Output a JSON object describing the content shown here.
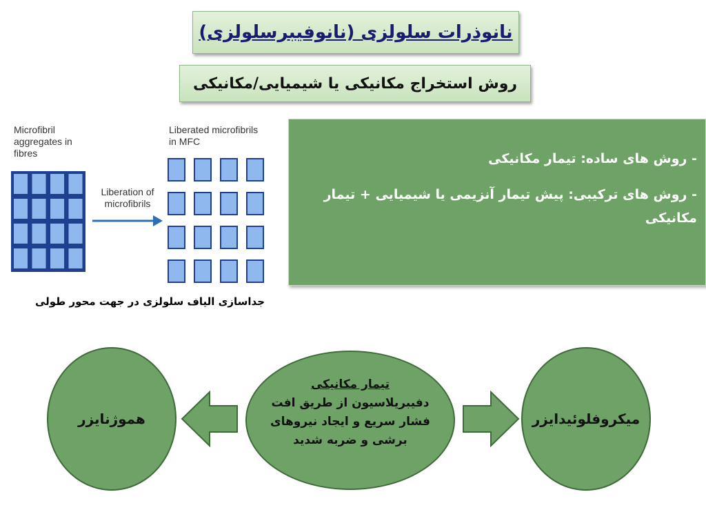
{
  "title": "نانوذرات سلولزی (نانوفیبرسلولزی)",
  "subtitle": "روش استخراج مکانیکی یا شیمیایی/مکانیکی",
  "methods": {
    "simple": "- روش های ساده: تیمار مکانیکی",
    "combined": "- روش های ترکیبی: پیش تیمار آنزیمی یا شیمیایی + تیمار مکانیکی"
  },
  "figure": {
    "label_left": [
      "Microfibril",
      "aggregates in",
      "fibres"
    ],
    "label_right": [
      "Liberated microfibrils",
      "in MFC"
    ],
    "arrow_label": [
      "Liberation of",
      "microfibrils"
    ],
    "caption": "جداسازی الیاف سلولزی در جهت محور طولی"
  },
  "process": {
    "left": "هموژنایزر",
    "right": "میکروفلوئیدایزر",
    "center_title": "تیمار مکانیکی",
    "center_lines": [
      "دفیبریلاسیون از طریق افت",
      "فشار سریع و ایجاد نیروهای",
      "برشی و ضربه شدید"
    ]
  },
  "colors": {
    "panel_green": "#6fa266",
    "title_green": "#d6ead0",
    "square_fill": "#8fb8ee",
    "square_stroke": "#1f3f8f",
    "arrow_blue": "#2f6db5"
  }
}
